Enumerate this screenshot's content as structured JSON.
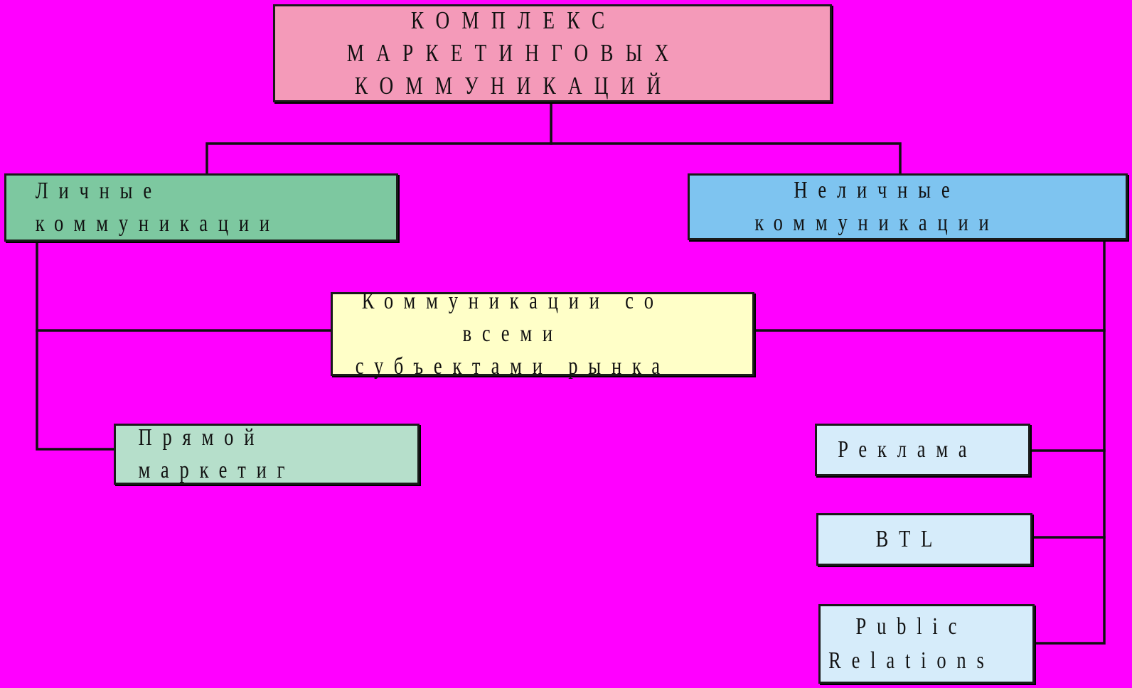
{
  "diagram": {
    "title": "КОМПЛЕКС МАРКЕТИНГОВЫХ\nКОММУНИКАЦИЙ",
    "personal": "Личные коммуникации",
    "nonpersonal": "Неличные коммуникации",
    "all_subjects": "Коммуникации со всеми\nсубъектами рынка",
    "direct_marketing": "Прямой маркетиг",
    "advertising": "Реклама",
    "btl": "BTL",
    "pr": "Public\nRelations"
  },
  "colors": {
    "background": "#ff00ff",
    "title_box": "#f49ab9",
    "personal_box": "#7dc8a0",
    "nonpersonal_box": "#7ec4f0",
    "all_subjects_box": "#ffffc8",
    "direct_box": "#b6dfcb",
    "channel_box": "#d6ecfa",
    "line": "#111111"
  }
}
